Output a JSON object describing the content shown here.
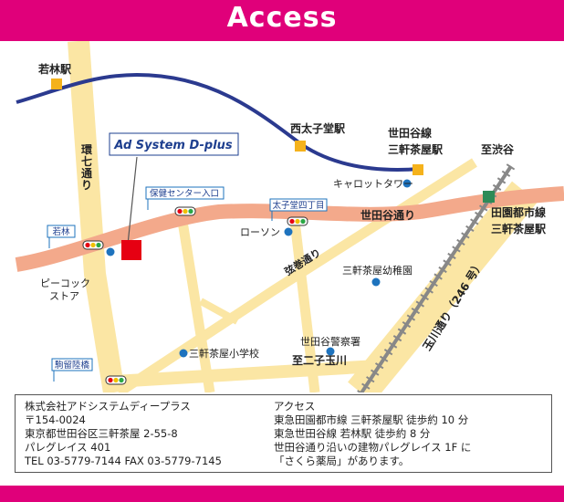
{
  "colors": {
    "header_bar": "#e0007a",
    "footer_bar": "#e0007a",
    "header_text": "#ffffff",
    "road_major": "#f3a98b",
    "road_minor": "#fbe6a4",
    "railway": "#2b3a8f",
    "station": "#f5b21c",
    "landmark_dot": "#1e73be",
    "destination_marker": "#e60012",
    "sign_border": "#1e73be",
    "signal_red": "#e60012",
    "signal_yellow": "#f0c000",
    "signal_green": "#2aa845",
    "den_en_track": "#7f7f7f",
    "den_en_station": "#2e8b57"
  },
  "header": {
    "title": "Access"
  },
  "map": {
    "stations": {
      "wakabayashi": "若林駅",
      "nishitaishido": "西太子堂駅",
      "setagaya_line_sangenjaya": [
        "世田谷線",
        "三軒茶屋駅"
      ],
      "den_en_sangenjaya": [
        "田園都市線",
        "三軒茶屋駅"
      ]
    },
    "signs": {
      "logo": "Ad System D-plus",
      "hoken_center": "保健センター入口",
      "taishido_4": "太子堂四丁目",
      "wakabayashi": "若林",
      "komadome": "駒留陸橋"
    },
    "roads": {
      "kan7": "環七通り",
      "setagaya_dori": "世田谷通り",
      "tsurumaki": "弦巻通り",
      "tamagawa_246": "玉川通り（246 号）"
    },
    "labels": {
      "to_shibuya": "至渋谷",
      "to_futako": "至二子玉川",
      "carrot_tower": "キャロットタワー",
      "lawson": "ローソン",
      "peacock": [
        "ピーコック",
        "ストア"
      ],
      "kindergarten": "三軒茶屋幼稚園",
      "elementary": "三軒茶屋小学校",
      "police": "世田谷警察署"
    }
  },
  "info": {
    "company": [
      "株式会社アドシステムディープラス",
      "〒154-0024",
      "東京都世田谷区三軒茶屋 2-55-8",
      "パレグレイス 401",
      "TEL 03-5779-7144 FAX 03-5779-7145"
    ],
    "access": [
      "アクセス",
      "東急田園都市線 三軒茶屋駅 徒歩約 10 分",
      "東急世田谷線 若林駅 徒歩約 8 分",
      "世田谷通り沿いの建物パレグレイス 1F に",
      "「さくら薬局」があります。"
    ]
  }
}
